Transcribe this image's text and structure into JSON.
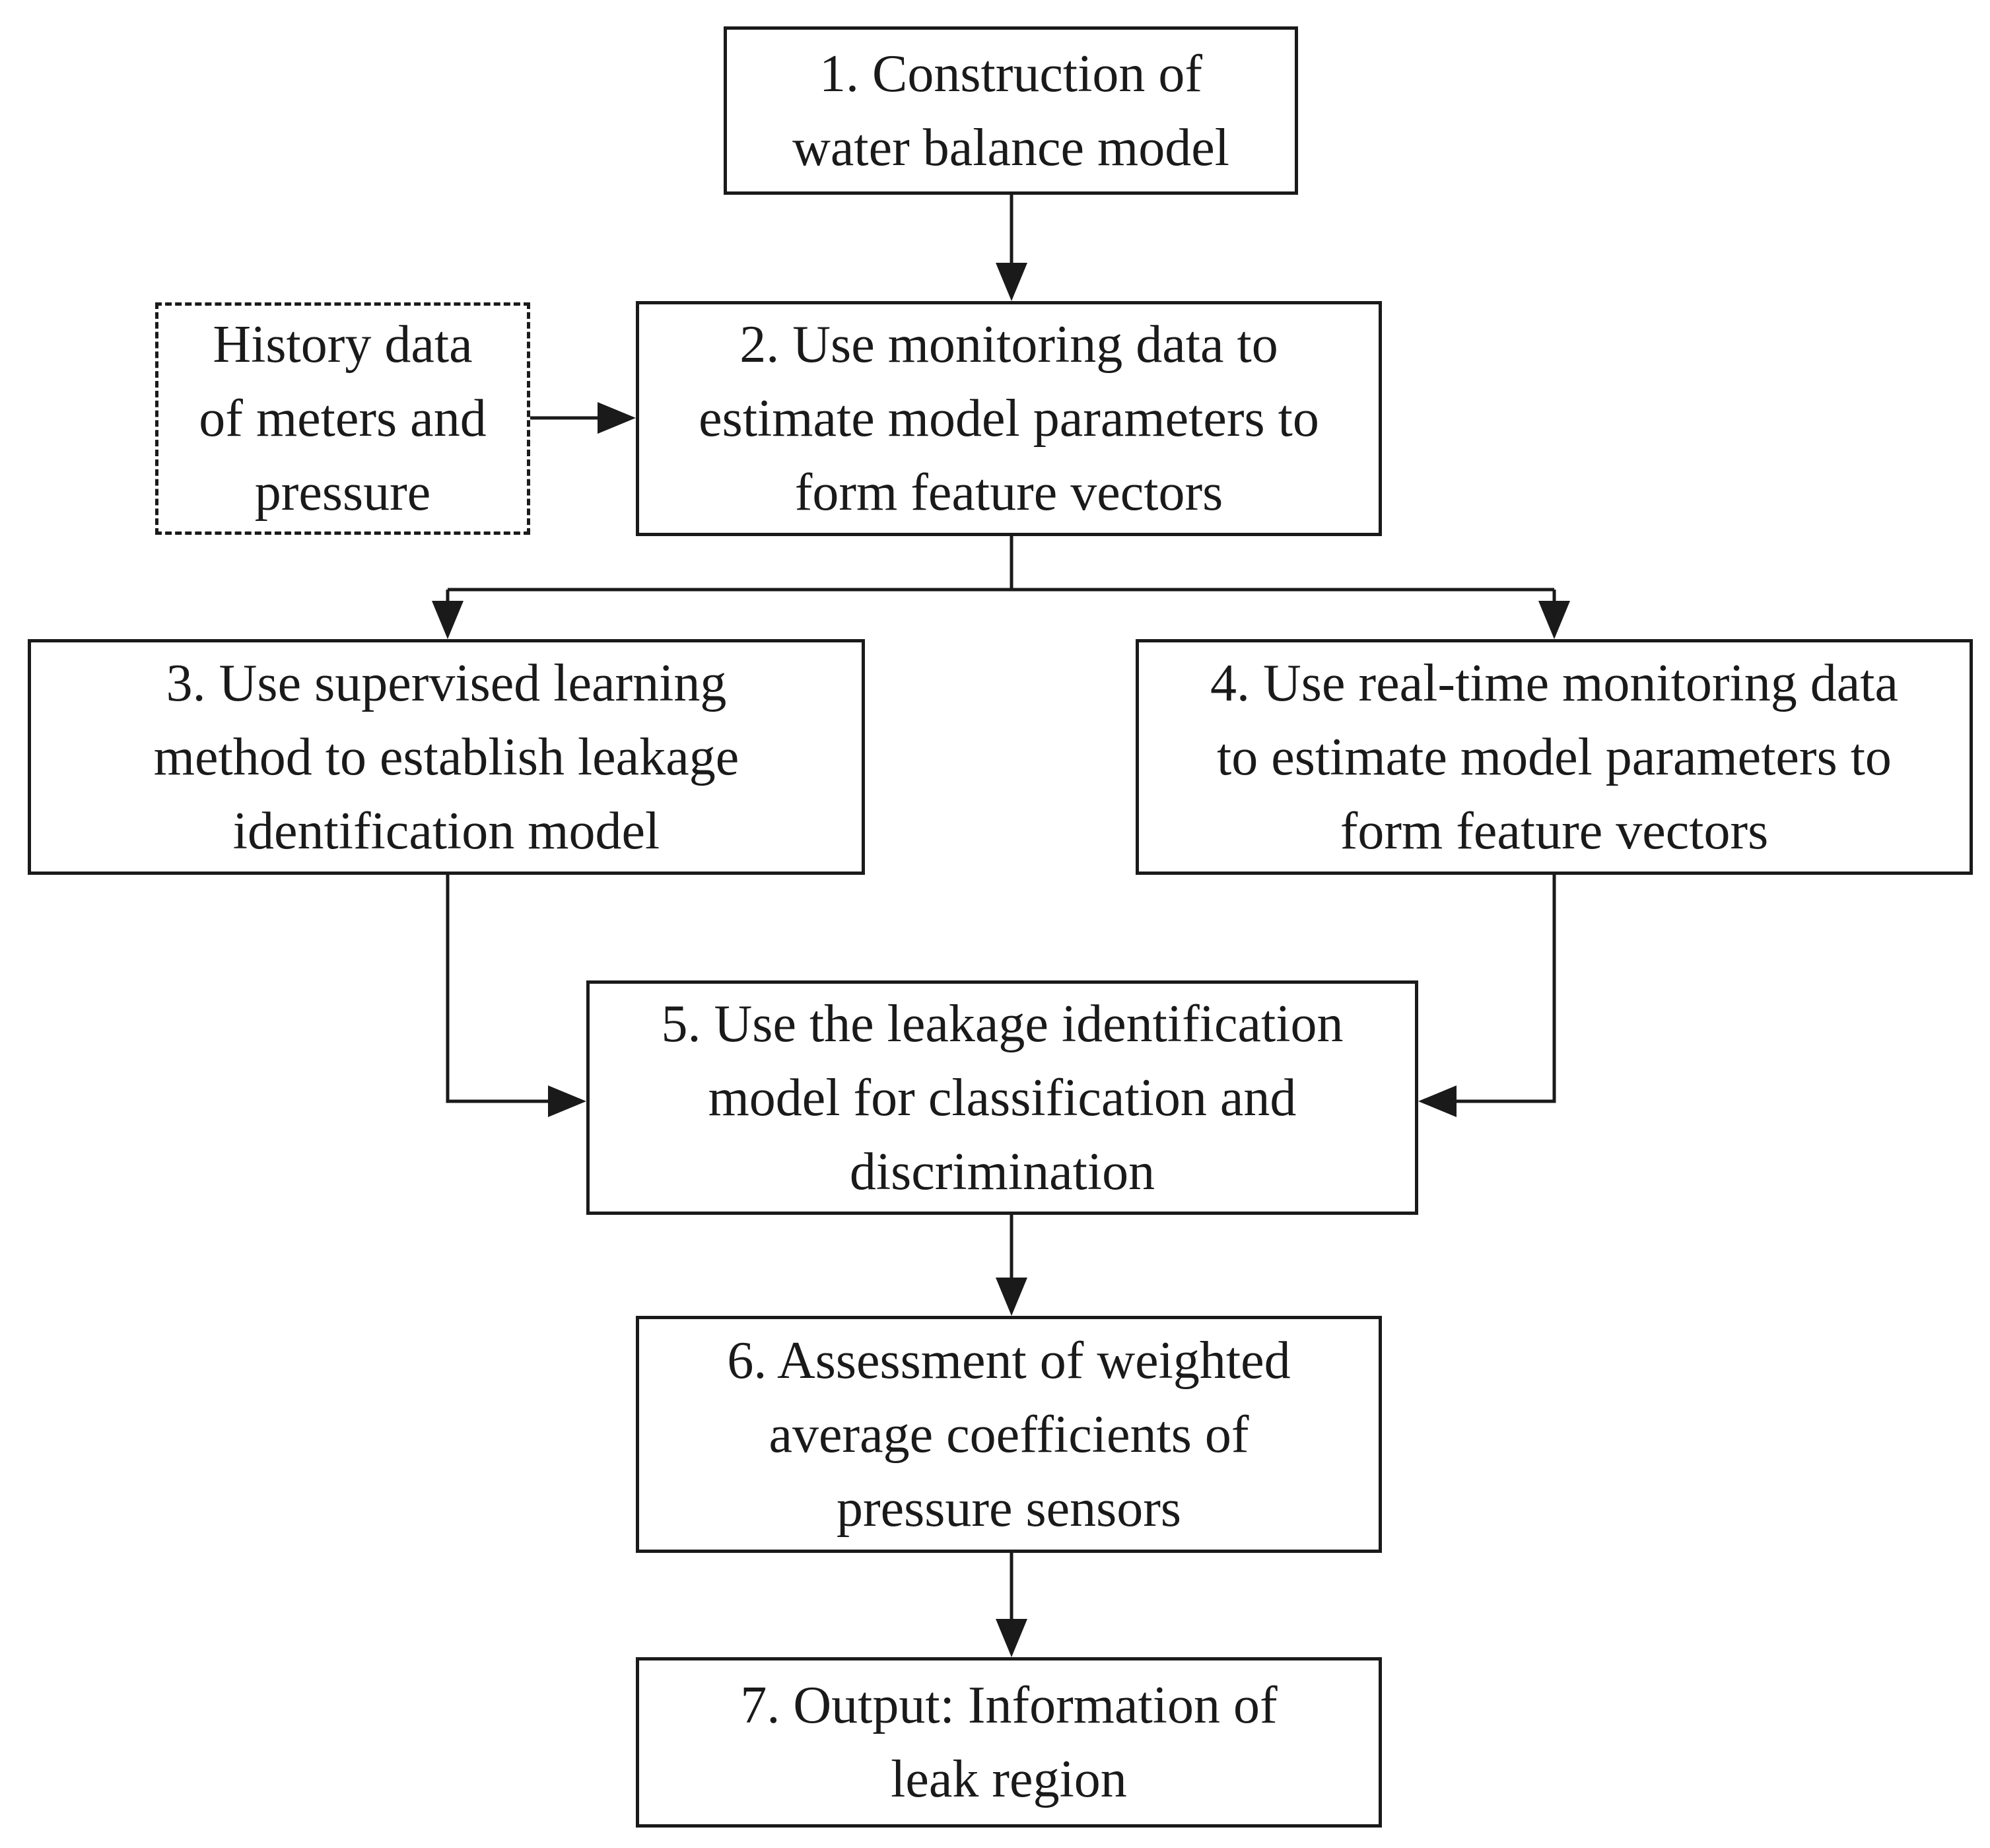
{
  "diagram": {
    "nodes": {
      "step1": {
        "lines": [
          "1. Construction of",
          "water balance model"
        ]
      },
      "history": {
        "lines": [
          "History data",
          "of meters and",
          "pressure"
        ]
      },
      "step2": {
        "lines": [
          "2. Use monitoring data to",
          "estimate model parameters to",
          "form feature vectors"
        ]
      },
      "step3": {
        "lines": [
          "3. Use supervised learning",
          "method to establish leakage",
          "identification model"
        ]
      },
      "step4": {
        "lines": [
          "4. Use real-time monitoring data",
          "to estimate model parameters to",
          "form feature vectors"
        ]
      },
      "step5": {
        "lines": [
          "5. Use the leakage identification",
          "model for classification and",
          "discrimination"
        ]
      },
      "step6": {
        "lines": [
          "6. Assessment of weighted",
          "average coefficients of",
          "pressure sensors"
        ]
      },
      "step7": {
        "lines": [
          "7. Output: Information of",
          "leak region"
        ]
      }
    },
    "edges": [
      {
        "from": "step1",
        "to": "step2"
      },
      {
        "from": "history",
        "to": "step2"
      },
      {
        "from": "step2",
        "to": "step3"
      },
      {
        "from": "step2",
        "to": "step4"
      },
      {
        "from": "step3",
        "to": "step5"
      },
      {
        "from": "step4",
        "to": "step5"
      },
      {
        "from": "step5",
        "to": "step6"
      },
      {
        "from": "step6",
        "to": "step7"
      }
    ]
  }
}
